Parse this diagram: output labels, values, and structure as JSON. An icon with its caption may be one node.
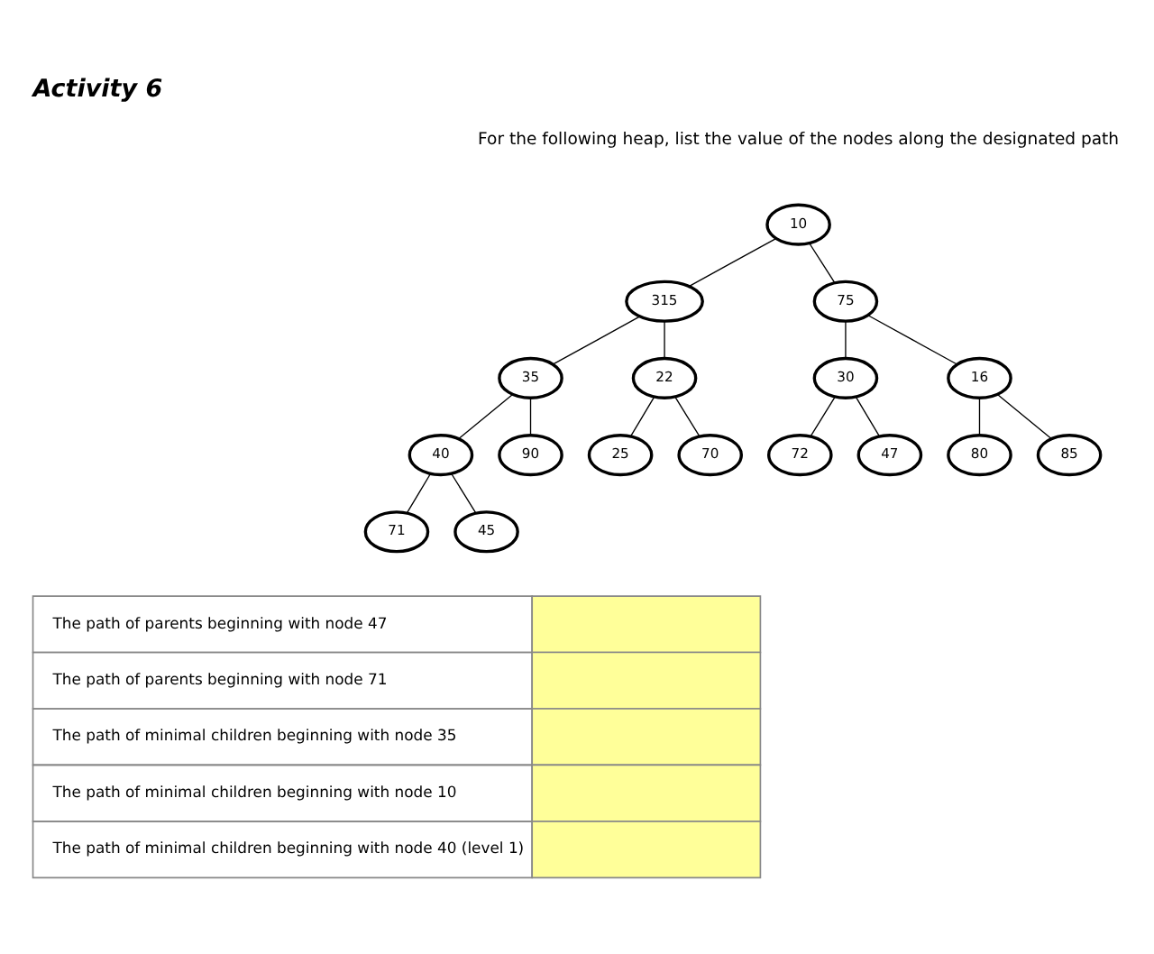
{
  "diagram": {
    "title": "Activity 6",
    "nodes": [
      {
        "text": [
          "10"
        ]
      },
      {
        "text": [
          "315"
        ]
      },
      {
        "text": [
          "75"
        ]
      },
      {
        "text": [
          "35"
        ]
      },
      {
        "text": [
          "22"
        ]
      },
      {
        "text": [
          "30"
        ]
      },
      {
        "text": [
          "16"
        ]
      },
      {
        "text": [
          "40"
        ]
      },
      {
        "text": [
          "90"
        ]
      },
      {
        "text": [
          "25"
        ]
      },
      {
        "text": [
          "70"
        ]
      },
      {
        "text": [
          "72"
        ]
      },
      {
        "text": [
          "47"
        ]
      },
      {
        "text": [
          "80"
        ]
      },
      {
        "text": [
          "85"
        ]
      },
      {
        "text": [
          "71"
        ]
      },
      {
        "text": [
          "45"
        ]
      }
    ],
    "edges": [
      {
        "from": 0,
        "to": 1,
        "arrow": "none"
      },
      {
        "from": 0,
        "to": 2,
        "arrow": "none"
      },
      {
        "from": 1,
        "to": 3,
        "arrow": "none"
      },
      {
        "from": 1,
        "to": 4,
        "arrow": "none"
      },
      {
        "from": 2,
        "to": 5,
        "arrow": "none"
      },
      {
        "from": 2,
        "to": 6,
        "arrow": "none"
      },
      {
        "from": 3,
        "to": 7,
        "arrow": "none"
      },
      {
        "from": 3,
        "to": 8,
        "arrow": "none"
      },
      {
        "from": 4,
        "to": 9,
        "arrow": "none"
      },
      {
        "from": 4,
        "to": 10,
        "arrow": "none"
      },
      {
        "from": 5,
        "to": 11,
        "arrow": "none"
      },
      {
        "from": 5,
        "to": 12,
        "arrow": "none"
      },
      {
        "from": 6,
        "to": 13,
        "arrow": "none"
      },
      {
        "from": 6,
        "to": 14,
        "arrow": "none"
      },
      {
        "from": 7,
        "to": 15,
        "arrow": "none"
      },
      {
        "from": 7,
        "to": 16,
        "arrow": "none"
      }
    ],
    "labels": [
      "For the following heap, list the value of the nodes along the designated path",
      "The path of parents beginning with node 47",
      "The path of parents beginning with node 71",
      "The path of minimal children beginning with node 35",
      "The path of minimal children beginning with node 10",
      "The path of minimal children beginning with node 40 (level 1)"
    ]
  }
}
